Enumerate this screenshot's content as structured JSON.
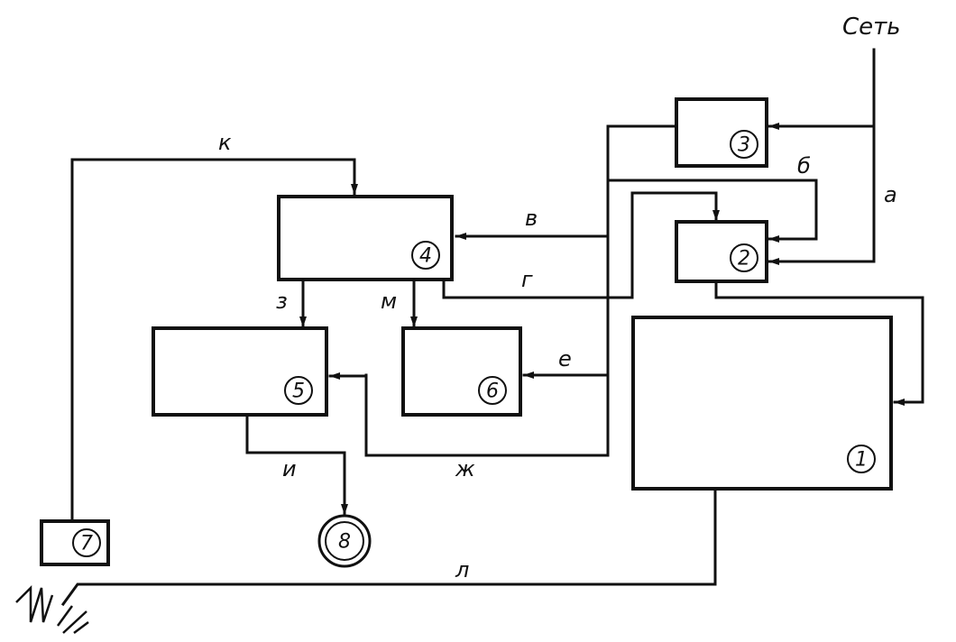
{
  "network_label": "Сеть",
  "blocks": [
    {
      "id": "1",
      "label": "1"
    },
    {
      "id": "2",
      "label": "2"
    },
    {
      "id": "3",
      "label": "3"
    },
    {
      "id": "4",
      "label": "4"
    },
    {
      "id": "5",
      "label": "5"
    },
    {
      "id": "6",
      "label": "6"
    },
    {
      "id": "7",
      "label": "7"
    },
    {
      "id": "8",
      "label": "8"
    }
  ],
  "connections": {
    "a": "а",
    "b": "б",
    "v": "в",
    "g": "г",
    "e": "е",
    "zh": "ж",
    "z": "з",
    "i": "и",
    "k": "к",
    "l": "л",
    "m": "м"
  }
}
